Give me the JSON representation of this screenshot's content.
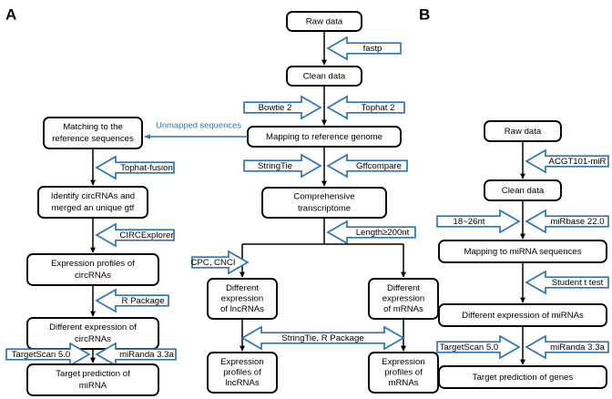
{
  "figure": {
    "panels": [
      {
        "id": "A",
        "label": "A"
      },
      {
        "id": "B",
        "label": "B"
      }
    ],
    "colors": {
      "tool_arrow_stroke": "#2E75B6",
      "node_stroke": "#000000",
      "flow_line": "#000000",
      "background": "#FFFFFF"
    }
  },
  "panelA": {
    "label": "A",
    "nodes": {
      "raw_data": "Raw data",
      "clean_data": "Clean data",
      "mapping_ref_genome": "Mapping to reference genome",
      "comprehensive_transcriptome_l1": "Comprehensive",
      "comprehensive_transcriptome_l2": "transcriptome",
      "matching_ref_l1": "Matching to the",
      "matching_ref_l2": "reference sequences",
      "identify_circ_l1": "Identify circRNAs and",
      "identify_circ_l2": "merged an unique gtf",
      "expr_profiles_circ_l1": "Expression profiles of",
      "expr_profiles_circ_l2": "circRNAs",
      "diff_expr_circ_l1": "Different expression of",
      "diff_expr_circ_l2": "circRNAs",
      "target_pred_mirna_l1": "Target prediction of",
      "target_pred_mirna_l2": "miRNA",
      "diff_expr_lnc_l1": "Different",
      "diff_expr_lnc_l2": "expression",
      "diff_expr_lnc_l3": "of lncRNAs",
      "diff_expr_mrna_l1": "Different",
      "diff_expr_mrna_l2": "expression",
      "diff_expr_mrna_l3": "of mRNAs",
      "expr_profiles_lnc_l1": "Expression",
      "expr_profiles_lnc_l2": "profiles of",
      "expr_profiles_lnc_l3": "lncRNAs",
      "expr_profiles_mrna_l1": "Expression",
      "expr_profiles_mrna_l2": "profiles of",
      "expr_profiles_mrna_l3": "mRNAs"
    },
    "tools": {
      "fastp": "fastp",
      "bowtie2": "Bowtie 2",
      "tophat2": "Tophat 2",
      "stringtie": "StringTie",
      "gffcompare": "Gffcompare",
      "length200": "Length≥200nt",
      "cpc_cnci": "CPC, CNCI",
      "stringtie_rpackage": "StringTie, R Package",
      "tophat_fusion": "Tophat-fusion",
      "circexplorer": "CIRCExplorer",
      "r_package": "R Package",
      "targetscan": "TargetScan 5.0",
      "miranda": "miRanda 3.3a"
    },
    "edge_labels": {
      "unmapped_sequences": "Unmapped sequences"
    }
  },
  "panelB": {
    "label": "B",
    "nodes": {
      "raw_data": "Raw data",
      "clean_data": "Clean data",
      "mapping_mirna": "Mapping to miRNA sequences",
      "diff_expr_mirna": "Different expression of miRNAs",
      "target_pred_genes": "Target prediction of genes"
    },
    "tools": {
      "acgt101": "ACGT101-miR",
      "len18_26": "18~26nt",
      "mirbase": "miRbase 22.0",
      "student_t": "Student t test",
      "targetscan": "TargetScan 5.0",
      "miranda": "miRanda 3.3a"
    }
  }
}
